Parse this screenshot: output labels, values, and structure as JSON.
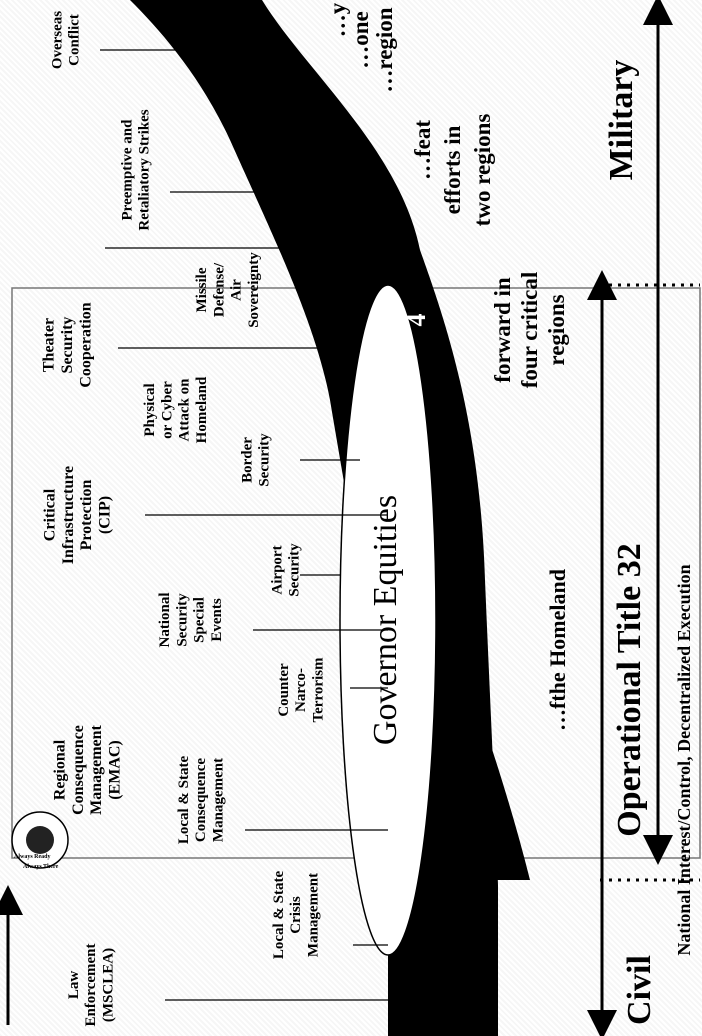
{
  "logo": {
    "text_lines": [
      "Always Ready",
      "Always There"
    ],
    "icon": "minuteman-seal-icon"
  },
  "spectrum": {
    "civil_label": "Civil",
    "military_label": "Military",
    "operational_label": "Operational Title 32",
    "national_interest_label": "National Interest/Control, Decentralized Execution"
  },
  "governor_equities_label": "Governor Equities",
  "swoosh_number": "4",
  "mission_texts": {
    "homeland": "…fthe Homeland",
    "forward_four": [
      "forward in",
      "four critical",
      "regions"
    ],
    "defeat_two": [
      "…feat",
      "efforts in",
      "two regions"
    ],
    "one_region": [
      "…y",
      "…one",
      "…region"
    ]
  },
  "missions": {
    "law_enforcement": [
      "Law",
      "Enforcement",
      "(MSCLEA)"
    ],
    "local_state_crisis": [
      "Local & State",
      "Crisis",
      "Management"
    ],
    "local_state_consequence": [
      "Local & State",
      "Consequence",
      "Management"
    ],
    "regional_consequence": [
      "Regional",
      "Consequence",
      "Management",
      "(EMAC)"
    ],
    "counter_narco": [
      "Counter",
      "Narco-",
      "Terrorism"
    ],
    "nsse": [
      "National",
      "Security",
      "Special",
      "Events"
    ],
    "airport_security": [
      "Airport",
      "Security"
    ],
    "cip": [
      "Critical",
      "Infrastructure",
      "Protection",
      "(CIP)"
    ],
    "border_security": [
      "Border",
      "Security"
    ],
    "physical_cyber": [
      "Physical",
      "or Cyber",
      "Attack on",
      "Homeland"
    ],
    "theater_security": [
      "Theater",
      "Security",
      "Cooperation"
    ],
    "missile_defense": [
      "Missile",
      "Defense/",
      "Air",
      "Sovereignty"
    ],
    "preemptive_strikes": [
      "Preemptive and",
      "Retaliatory Strikes"
    ],
    "overseas_conflict": [
      "Overseas",
      "Conflict"
    ]
  }
}
